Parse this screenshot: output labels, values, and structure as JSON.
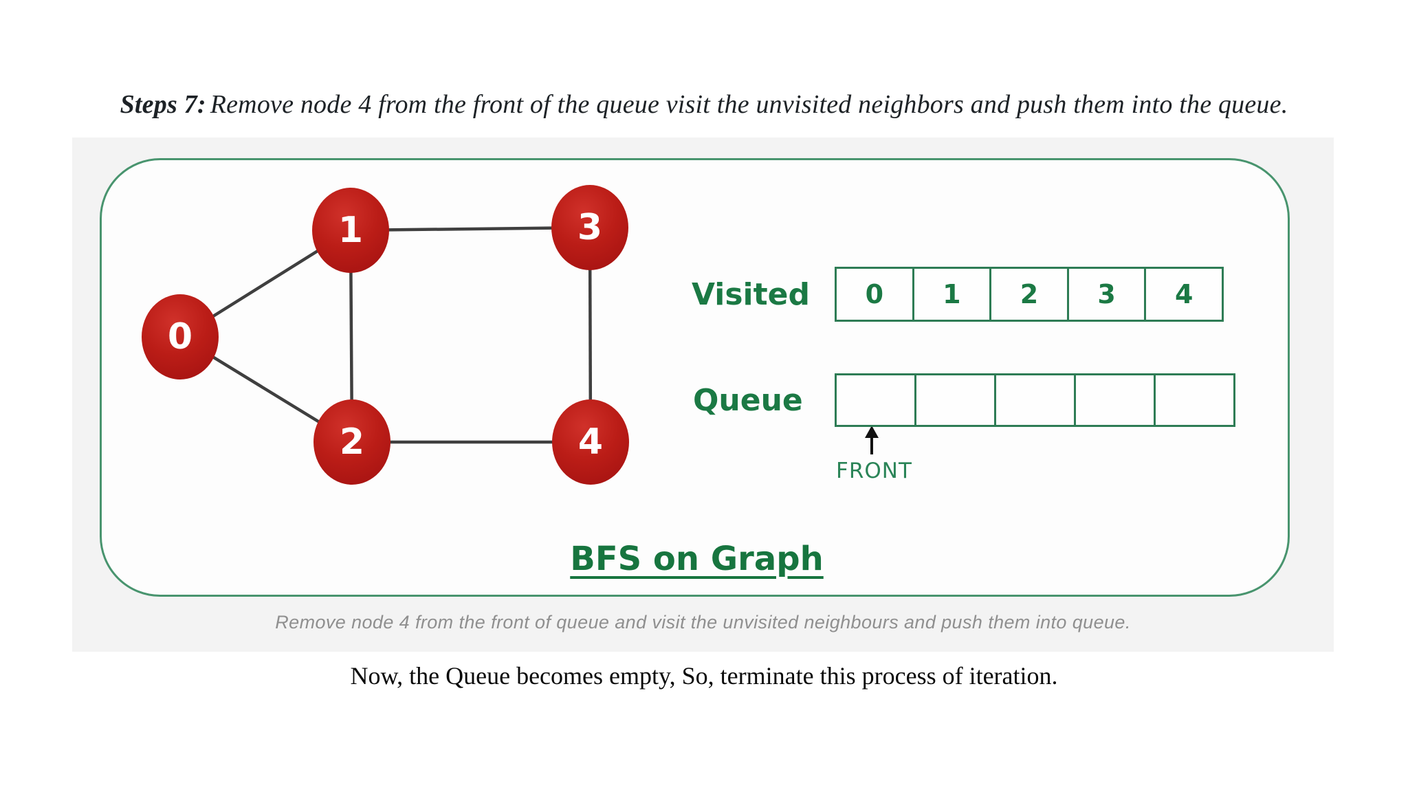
{
  "heading": {
    "prefix": "Steps 7:",
    "text": "Remove node 4 from the front of the queue visit the unvisited neighbors and push them into the queue."
  },
  "figure": {
    "title": "BFS on Graph",
    "caption": "Remove node 4 from the front of queue and visit the unvisited neighbours and push them into queue.",
    "graph": {
      "nodes": [
        {
          "id": "0"
        },
        {
          "id": "1"
        },
        {
          "id": "2"
        },
        {
          "id": "3"
        },
        {
          "id": "4"
        }
      ],
      "edges": [
        "0-1",
        "0-2",
        "1-2",
        "1-3",
        "2-4",
        "3-4"
      ]
    },
    "visited": {
      "label": "Visited",
      "cells": [
        "0",
        "1",
        "2",
        "3",
        "4"
      ]
    },
    "queue": {
      "label": "Queue",
      "cells": [
        "",
        "",
        "",
        "",
        ""
      ]
    },
    "front_label": "FRONT"
  },
  "footer": {
    "text": "Now, the Queue becomes empty, So, terminate this process of iteration."
  },
  "colors": {
    "accent_green_text": "#1b7944",
    "box_border_green": "#48946e",
    "table_border_green": "#2e7c55",
    "node_red": "#b71c1c",
    "edge_gray": "#3f3f3f",
    "panel_gray": "#f3f3f3",
    "caption_gray": "#8f8f8f"
  }
}
